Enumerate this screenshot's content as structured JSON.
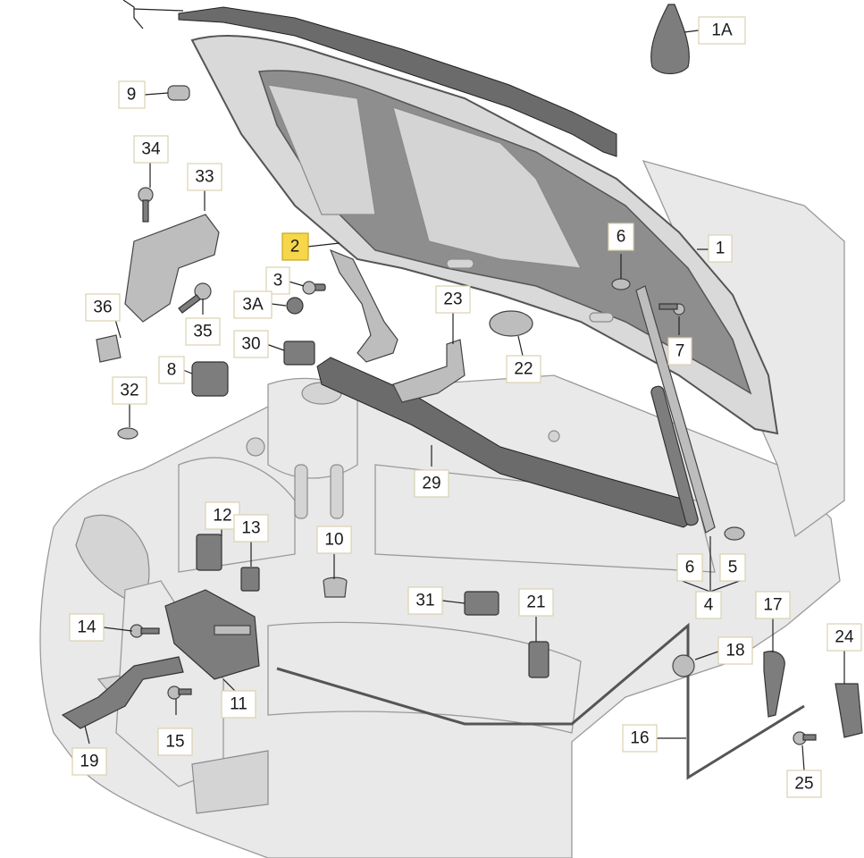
{
  "callouts": [
    {
      "id": "c-1A",
      "text": "1A",
      "highlight": false
    },
    {
      "id": "c-9",
      "text": "9",
      "highlight": false
    },
    {
      "id": "c-34",
      "text": "34",
      "highlight": false
    },
    {
      "id": "c-33",
      "text": "33",
      "highlight": false
    },
    {
      "id": "c-2",
      "text": "2",
      "highlight": true
    },
    {
      "id": "c-3",
      "text": "3",
      "highlight": false
    },
    {
      "id": "c-3A",
      "text": "3A",
      "highlight": false
    },
    {
      "id": "c-36",
      "text": "36",
      "highlight": false
    },
    {
      "id": "c-35",
      "text": "35",
      "highlight": false
    },
    {
      "id": "c-30",
      "text": "30",
      "highlight": false
    },
    {
      "id": "c-8",
      "text": "8",
      "highlight": false
    },
    {
      "id": "c-23",
      "text": "23",
      "highlight": false
    },
    {
      "id": "c-22",
      "text": "22",
      "highlight": false
    },
    {
      "id": "c-6a",
      "text": "6",
      "highlight": false
    },
    {
      "id": "c-1",
      "text": "1",
      "highlight": false
    },
    {
      "id": "c-7",
      "text": "7",
      "highlight": false
    },
    {
      "id": "c-32",
      "text": "32",
      "highlight": false
    },
    {
      "id": "c-29",
      "text": "29",
      "highlight": false
    },
    {
      "id": "c-12",
      "text": "12",
      "highlight": false
    },
    {
      "id": "c-13",
      "text": "13",
      "highlight": false
    },
    {
      "id": "c-10",
      "text": "10",
      "highlight": false
    },
    {
      "id": "c-31",
      "text": "31",
      "highlight": false
    },
    {
      "id": "c-21",
      "text": "21",
      "highlight": false
    },
    {
      "id": "c-6b",
      "text": "6",
      "highlight": false
    },
    {
      "id": "c-5",
      "text": "5",
      "highlight": false
    },
    {
      "id": "c-4",
      "text": "4",
      "highlight": false
    },
    {
      "id": "c-17",
      "text": "17",
      "highlight": false
    },
    {
      "id": "c-24",
      "text": "24",
      "highlight": false
    },
    {
      "id": "c-14",
      "text": "14",
      "highlight": false
    },
    {
      "id": "c-18",
      "text": "18",
      "highlight": false
    },
    {
      "id": "c-11",
      "text": "11",
      "highlight": false
    },
    {
      "id": "c-15",
      "text": "15",
      "highlight": false
    },
    {
      "id": "c-16",
      "text": "16",
      "highlight": false
    },
    {
      "id": "c-19",
      "text": "19",
      "highlight": false
    },
    {
      "id": "c-25",
      "text": "25",
      "highlight": false
    }
  ],
  "colors": {
    "highlight": "#f7d74a",
    "label_border": "#d9d2b0",
    "line_art": "#222222",
    "car_body": "#e9e9e9",
    "hood_outer": "#d9d9d9",
    "hood_inner": "#8e8e8e"
  }
}
